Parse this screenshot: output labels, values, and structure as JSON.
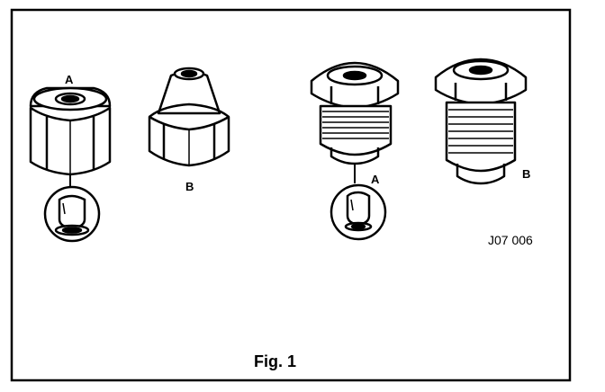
{
  "figure": {
    "caption": "Fig. 1",
    "code": "J07 006",
    "labels": {
      "left_a": "A",
      "left_b": "B",
      "right_a": "A",
      "right_b": "B"
    }
  }
}
